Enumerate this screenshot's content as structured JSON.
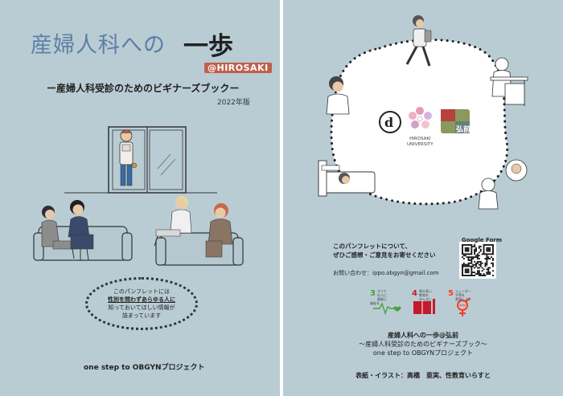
{
  "cover": {
    "title_lead": "産婦人科への",
    "title_emph": "一歩",
    "badge": "@HIROSAKI",
    "subtitle": "ー産婦人科受診のためのビギナーズブックー",
    "edition": "2022年版",
    "bubble": {
      "line1": "このパンフレットには",
      "line2": "性別を問わずあらゆる人に",
      "line3": "知っておいてほしい情報が",
      "line4": "詰まっています"
    },
    "project": "one step to OBGYNプロジェクト"
  },
  "back": {
    "logos": {
      "university": "HIROSAKI",
      "university2": "UNIVERSITY",
      "city": "弘前"
    },
    "feedback": {
      "line1": "このパンフレットについて、",
      "line2": "ぜひご感想・ご意見をお寄せください",
      "contact": "お問い合わせ：ippo.obgyn@gmail.com"
    },
    "form_label": "Google Form",
    "sdgs": [
      {
        "num": "3",
        "label_a": "すべての人に",
        "label_b": "健康と福祉を",
        "color": "#4c9f38",
        "icon": "heartbeat-icon"
      },
      {
        "num": "4",
        "label_a": "質の高い教育を",
        "label_b": "みんなに",
        "color": "#c5192d",
        "icon": "book-icon"
      },
      {
        "num": "5",
        "label_a": "ジェンダー平等を",
        "label_b": "実現しよう",
        "color": "#ff3a21",
        "icon": "gender-equality-icon"
      }
    ],
    "credits": {
      "line1": "産婦人科への一歩@弘前",
      "line2": "〜産婦人科受診のためのビギナーズブック〜",
      "line3": "one step to OBGYNプロジェクト",
      "line4": "表紙・イラスト：高橋　亜実、性教育いらすと"
    }
  },
  "colors": {
    "page_bg": "#b9ccd4",
    "title_blue": "#5d7fa6",
    "badge_red": "#c0604a"
  }
}
